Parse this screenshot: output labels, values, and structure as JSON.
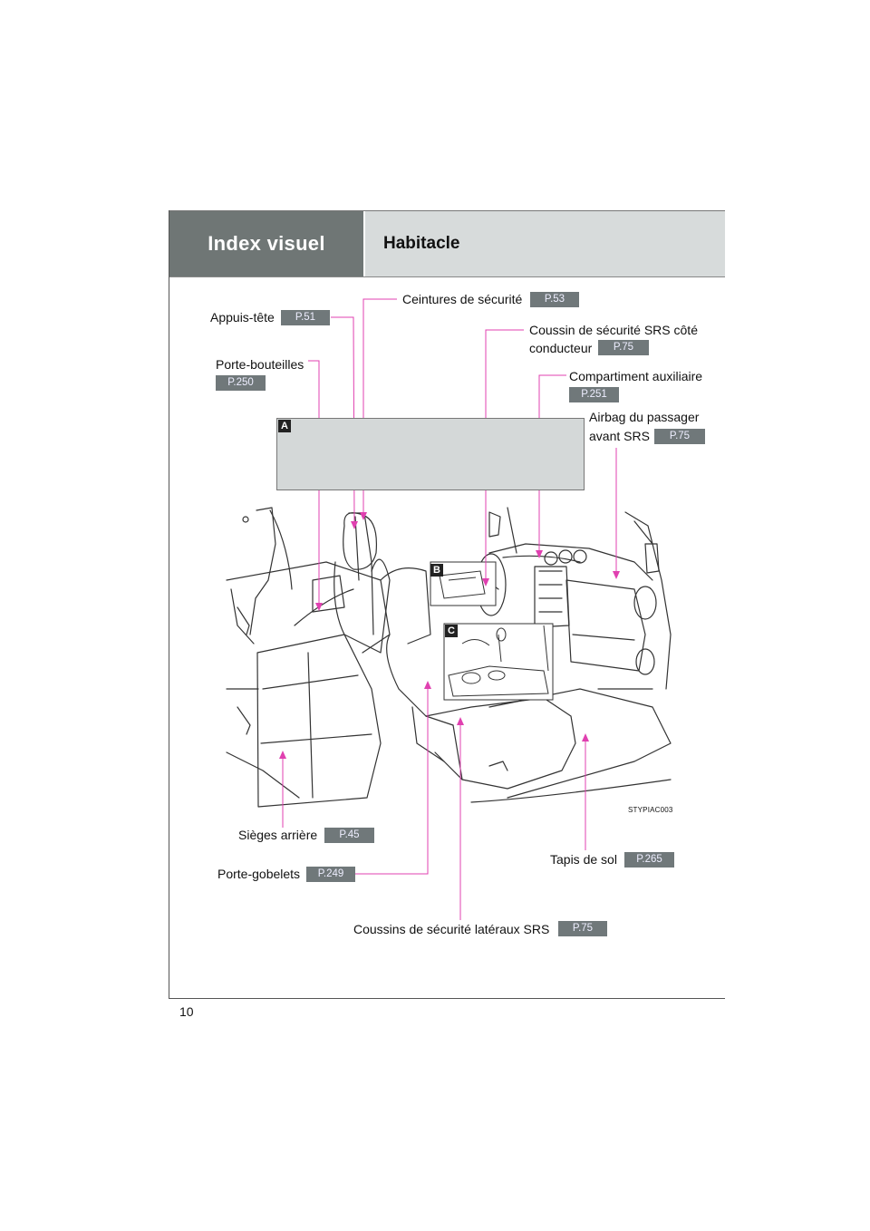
{
  "header": {
    "section": "Index visuel",
    "subsection": "Habitacle"
  },
  "labels": {
    "appuis_tete": {
      "text": "Appuis-tête",
      "page": "P.51"
    },
    "ceintures": {
      "text": "Ceintures de sécurité",
      "page": "P.53"
    },
    "coussin_conducteur": {
      "line1": "Coussin de sécurité SRS côté",
      "line2": "conducteur",
      "page": "P.75"
    },
    "porte_bouteilles": {
      "text": "Porte-bouteilles",
      "page": "P.250"
    },
    "compartiment": {
      "text": "Compartiment auxiliaire",
      "page": "P.251"
    },
    "airbag_passager": {
      "line1": "Airbag du passager",
      "line2": "avant SRS",
      "page": "P.75"
    },
    "sieges_arriere": {
      "text": "Sièges arrière",
      "page": "P.45"
    },
    "porte_gobelets": {
      "text": "Porte-gobelets",
      "page": "P.249"
    },
    "tapis": {
      "text": "Tapis de sol",
      "page": "P.265"
    },
    "coussins_lateraux": {
      "text": "Coussins de sécurité latéraux SRS",
      "page": "P.75"
    }
  },
  "callouts": {
    "a": "A",
    "b": "B",
    "c": "C"
  },
  "image_code": "STYPIAC003",
  "page_number": "10",
  "colors": {
    "header_dark": "#6f7675",
    "header_light": "#d7dbdb",
    "leader": "#e040b0",
    "page_tag": "#70787a"
  }
}
